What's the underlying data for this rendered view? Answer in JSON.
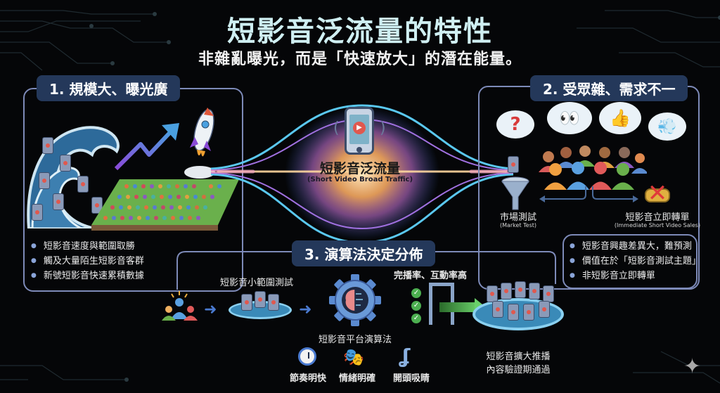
{
  "header": {
    "title": "短影音泛流量的特性",
    "subtitle": "非雜亂曝光，而是「快速放大」的潛在能量。"
  },
  "center": {
    "title": "短影音泛流量",
    "subtitle_en": "(Short Video Broad Traffic)",
    "icon": "smartphone-play-icon"
  },
  "section1": {
    "badge": "1. 規模大、曝光廣",
    "illustration": [
      "wave-of-phones",
      "trend-arrow",
      "rocket",
      "crowd"
    ],
    "bullets": [
      "短影音速度與範圍取勝",
      "觸及大量陌生短影音客群",
      "新號短影音快速累積數據"
    ]
  },
  "section2": {
    "badge": "2. 受眾雜、需求不一",
    "bubbles": [
      "?",
      "👀",
      "👍",
      "💨"
    ],
    "left_label": "市場測試",
    "left_label_en": "(Market Test)",
    "right_label": "短影音立即轉單",
    "right_label_en": "(Immediate Short Video Sales)",
    "bullets": [
      "短影音興趣差異大，難預測",
      "價值在於「短影音測試主題」",
      "非短影音立即轉單"
    ]
  },
  "section3": {
    "badge": "3. 演算法決定分佈",
    "step1_label": "短影音小範圍測試",
    "step2_label": "短影音平台演算法",
    "metrics_label": "完播率、互動率高",
    "step3_label_line1": "短影音擴大推播",
    "step3_label_line2": "內容驗證期通過",
    "factors": [
      {
        "icon": "stopwatch-icon",
        "label": "節奏明快"
      },
      {
        "icon": "theater-masks-icon",
        "label": "情緒明確"
      },
      {
        "icon": "hook-icon",
        "label": "開頭吸睛"
      }
    ]
  },
  "colors": {
    "background": "#050608",
    "panel_border": "#7d8ab8",
    "badge_bg": "#24385a",
    "title": "#cfeff2",
    "accent_play": "#e0584e",
    "check_green": "#4caf50"
  }
}
